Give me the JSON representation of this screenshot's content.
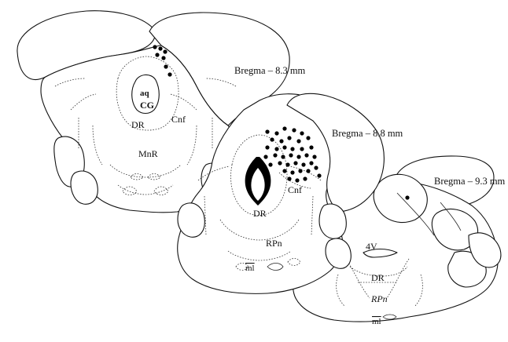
{
  "figure": {
    "sections": [
      {
        "bregma_label": "Bregma – 8.3 mm",
        "structures": [
          "aq",
          "CG",
          "DR",
          "Cnf",
          "MnR"
        ],
        "labeled_cell_count": 7
      },
      {
        "bregma_label": "Bregma – 8.8 mm",
        "structures": [
          "Cnf",
          "DR",
          "RPn",
          "ml"
        ],
        "labeled_cell_count": 38
      },
      {
        "bregma_label": "Bregma – 9.3 mm",
        "structures": [
          "4V",
          "DR",
          "RPn",
          "ml"
        ],
        "labeled_cell_count": 1
      }
    ],
    "marker_color": "#000000",
    "line_color": "#111111"
  }
}
